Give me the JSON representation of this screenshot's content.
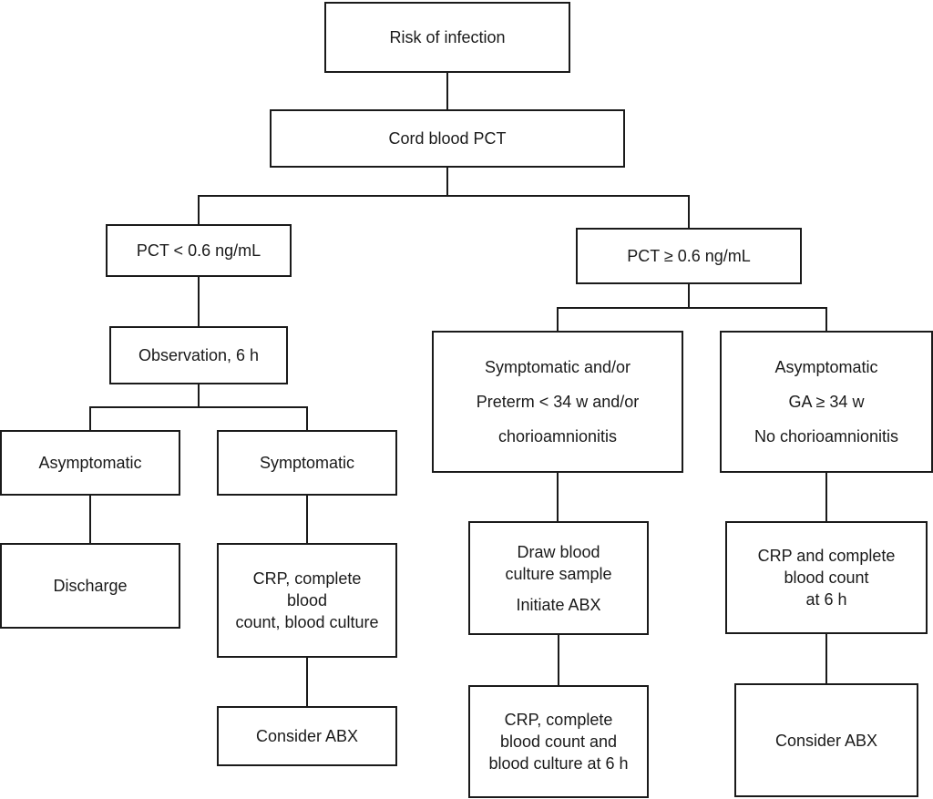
{
  "nodes": {
    "risk": [
      "Risk of infection"
    ],
    "cord": [
      "Cord blood PCT"
    ],
    "low": [
      "PCT < 0.6 ng/mL"
    ],
    "high": [
      "PCT ≥ 0.6 ng/mL"
    ],
    "obs": [
      "Observation, 6 h"
    ],
    "asym_low": [
      "Asymptomatic"
    ],
    "sym_low": [
      "Symptomatic"
    ],
    "discharge": [
      "Discharge"
    ],
    "crp_low": [
      "CRP, complete",
      "blood",
      "count, blood culture"
    ],
    "abx_low": [
      "Consider ABX"
    ],
    "sym_high": [
      "Symptomatic and/or",
      "Preterm < 34 w and/or",
      "chorioamnionitis"
    ],
    "asym_high": [
      "Asymptomatic",
      "GA ≥ 34 w",
      "No chorioamnionitis"
    ],
    "draw": [
      "Draw blood",
      "culture sample",
      "Initiate ABX"
    ],
    "crp_6h": [
      "CRP and complete",
      "blood count",
      "at 6 h"
    ],
    "crp_high": [
      "CRP, complete",
      "blood count and",
      "blood culture at 6 h"
    ],
    "abx_high": [
      "Consider ABX"
    ]
  },
  "edges": [
    [
      "risk",
      "cord"
    ],
    [
      "cord",
      "low"
    ],
    [
      "cord",
      "high"
    ],
    [
      "low",
      "obs"
    ],
    [
      "obs",
      "asym_low"
    ],
    [
      "obs",
      "sym_low"
    ],
    [
      "asym_low",
      "discharge"
    ],
    [
      "sym_low",
      "crp_low"
    ],
    [
      "crp_low",
      "abx_low"
    ],
    [
      "high",
      "sym_high"
    ],
    [
      "high",
      "asym_high"
    ],
    [
      "sym_high",
      "draw"
    ],
    [
      "draw",
      "crp_high"
    ],
    [
      "asym_high",
      "crp_6h"
    ],
    [
      "crp_6h",
      "abx_high"
    ]
  ]
}
